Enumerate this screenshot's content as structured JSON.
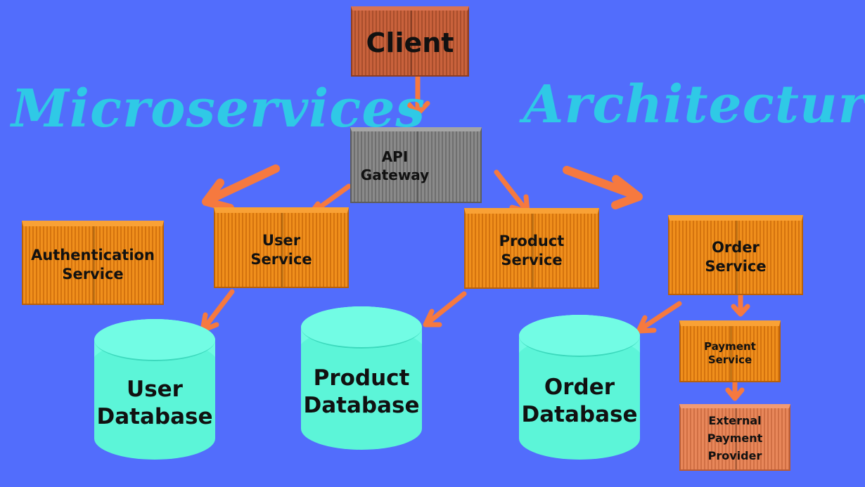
{
  "title": {
    "left": "Microservices",
    "right": "Architecture"
  },
  "nodes": {
    "client": "Client",
    "api_gateway": "API\nGateway",
    "authentication_service": "Authentication\nService",
    "user_service": "User\nService",
    "product_service": "Product\nService",
    "order_service": "Order\nService",
    "payment_service": "Payment\nService",
    "external_payment_provider": "External\nPayment\nProvider"
  },
  "databases": {
    "user": "User\nDatabase",
    "product": "Product\nDatabase",
    "order": "Order\nDatabase"
  },
  "colors": {
    "background": "#526dfc",
    "title": "#2fc9e6",
    "arrow": "#f6793f",
    "service": "#f08f1c",
    "database": "#5cf5d8"
  }
}
